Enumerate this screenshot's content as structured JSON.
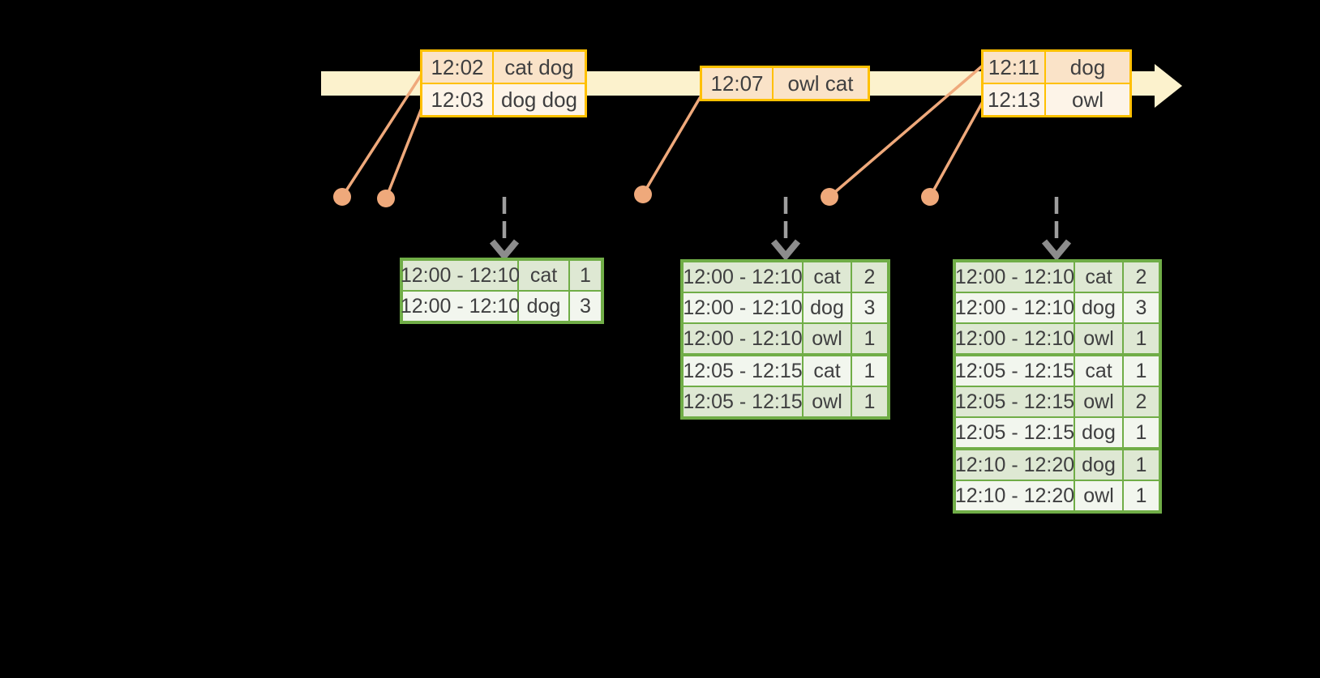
{
  "colors": {
    "background": "#000000",
    "timeline_band": "#FCF2CD",
    "event_table_border": "#FFC000",
    "event_row_shaded": "#FAE3C8",
    "event_row_light": "#FDF4E8",
    "connector_salmon": "#EFA97B",
    "result_table_border": "#70AD47",
    "result_row_shaded": "#DEE8D3",
    "result_row_light": "#F2F6EE",
    "dashed_arrow_gray": "#9E9E9E",
    "text": "#3F3F40"
  },
  "timeline": {
    "event_tables": [
      {
        "rows": [
          {
            "time": "12:02",
            "words": "cat dog"
          },
          {
            "time": "12:03",
            "words": "dog dog"
          }
        ]
      },
      {
        "rows": [
          {
            "time": "12:07",
            "words": "owl cat"
          }
        ]
      },
      {
        "rows": [
          {
            "time": "12:11",
            "words": "dog"
          },
          {
            "time": "12:13",
            "words": "owl"
          }
        ]
      }
    ]
  },
  "result_tables": [
    {
      "rows": [
        {
          "window": "12:00 - 12:10",
          "word": "cat",
          "count": "1"
        },
        {
          "window": "12:00 - 12:10",
          "word": "dog",
          "count": "3"
        }
      ]
    },
    {
      "rows": [
        {
          "window": "12:00 - 12:10",
          "word": "cat",
          "count": "2"
        },
        {
          "window": "12:00 - 12:10",
          "word": "dog",
          "count": "3"
        },
        {
          "window": "12:00 - 12:10",
          "word": "owl",
          "count": "1"
        },
        {
          "window": "12:05 - 12:15",
          "word": "cat",
          "count": "1"
        },
        {
          "window": "12:05 - 12:15",
          "word": "owl",
          "count": "1"
        }
      ]
    },
    {
      "rows": [
        {
          "window": "12:00 - 12:10",
          "word": "cat",
          "count": "2"
        },
        {
          "window": "12:00 - 12:10",
          "word": "dog",
          "count": "3"
        },
        {
          "window": "12:00 - 12:10",
          "word": "owl",
          "count": "1"
        },
        {
          "window": "12:05 - 12:15",
          "word": "cat",
          "count": "1"
        },
        {
          "window": "12:05 - 12:15",
          "word": "owl",
          "count": "2"
        },
        {
          "window": "12:05 - 12:15",
          "word": "dog",
          "count": "1"
        },
        {
          "window": "12:10 - 12:20",
          "word": "dog",
          "count": "1"
        },
        {
          "window": "12:10 - 12:20",
          "word": "owl",
          "count": "1"
        }
      ]
    }
  ]
}
